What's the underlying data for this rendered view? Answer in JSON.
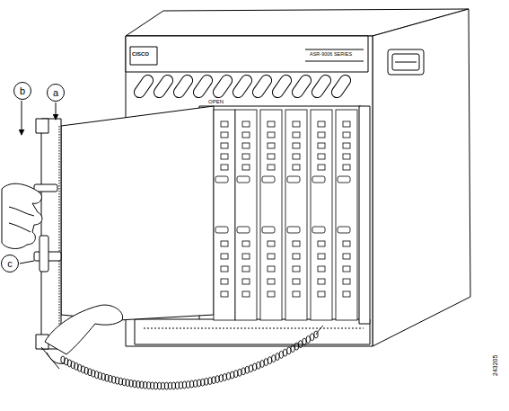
{
  "diagram": {
    "nodes": [
      {
        "text": [
          "b"
        ]
      },
      {
        "text": [
          "a"
        ]
      },
      {
        "text": [
          "c"
        ]
      }
    ],
    "labels": [
      "CISCO",
      "OPEN",
      "ASR-9006 SERIES",
      "243205"
    ]
  }
}
